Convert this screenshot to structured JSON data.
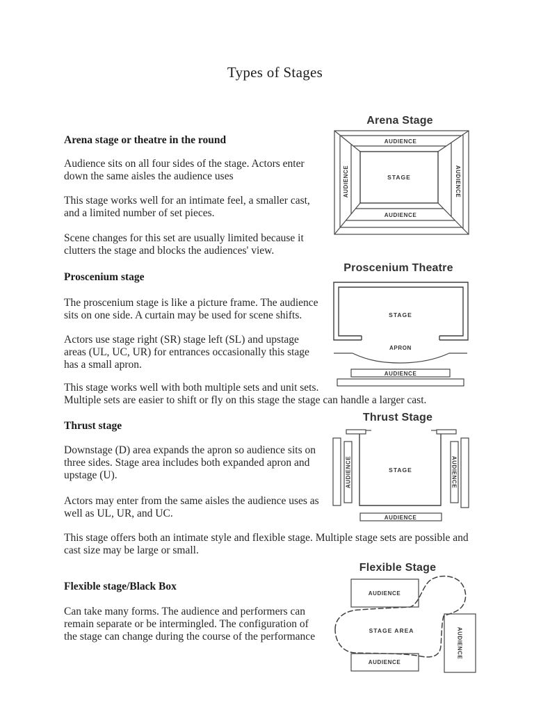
{
  "page": {
    "title": "Types of Stages"
  },
  "sections": [
    {
      "heading": "Arena stage or theatre in the round",
      "paragraphs": [
        "Audience sits on all four sides of the stage. Actors enter\ndown the same aisles the audience uses",
        "This stage works well for an intimate feel, a smaller cast,\nand a limited number of set pieces.",
        "Scene changes for this set are usually limited because it\nclutters the stage and blocks the audiences' view."
      ]
    },
    {
      "heading": "Proscenium stage",
      "paragraphs": [
        "The proscenium stage is like a picture frame. The audience\nsits on one side. A curtain may be used for scene shifts.",
        "Actors use stage right (SR) stage left (SL) and upstage\nareas (UL, UC, UR) for entrances occasionally this stage\nhas a small apron."
      ],
      "wide_paragraph": "This stage works well with both multiple sets and unit sets.\nMultiple sets are easier to shift or fly on this stage the stage can handle a larger cast."
    },
    {
      "heading": "Thrust stage",
      "paragraphs": [
        "Downstage (D) area expands the apron so audience sits on\nthree sides. Stage area includes both expanded apron and\nupstage (U).",
        "Actors may enter from the same aisles the audience uses as\nwell as UL, UR, and UC."
      ],
      "wide_paragraph": "This stage offers both an intimate style and flexible stage. Multiple stage sets are possible and\ncast size may be large or small."
    },
    {
      "heading": "Flexible stage/Black Box",
      "paragraphs": [
        "Can take many forms. The audience and performers can\nremain separate or be intermingled. The configuration of\nthe stage can change during the course of the performance"
      ]
    }
  ],
  "diagrams": {
    "arena": {
      "title": "Arena Stage",
      "stage": "STAGE",
      "audience_top": "AUDIENCE",
      "audience_bottom": "AUDIENCE",
      "audience_left": "AUDIENCE",
      "audience_right": "AUDIENCE"
    },
    "proscenium": {
      "title": "Proscenium Theatre",
      "stage": "STAGE",
      "apron": "APRON",
      "audience": "AUDIENCE"
    },
    "thrust": {
      "title": "Thrust Stage",
      "stage": "STAGE",
      "audience_left": "AUDIENCE",
      "audience_right": "AUDIENCE",
      "audience_bottom": "AUDIENCE"
    },
    "flexible": {
      "title": "Flexible Stage",
      "stage_area": "STAGE AREA",
      "audience_top": "AUDIENCE",
      "audience_bottom": "AUDIENCE",
      "audience_right": "AUDIENCE"
    }
  }
}
